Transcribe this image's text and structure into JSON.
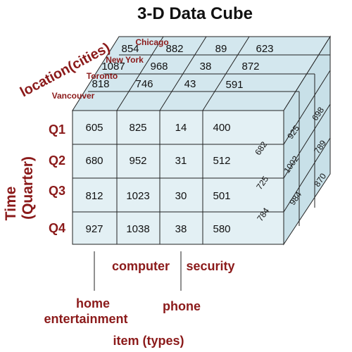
{
  "title": "3-D Data Cube",
  "axes": {
    "location_label": "location(cities)",
    "time_label_1": "Time",
    "time_label_2": "(Quarter)",
    "item_label": "item (types)"
  },
  "cities": [
    "Vancouver",
    "Toronto",
    "New York",
    "Chicago"
  ],
  "quarters": [
    "Q1",
    "Q2",
    "Q3",
    "Q4"
  ],
  "items": [
    "home entertainment",
    "computer",
    "phone",
    "security"
  ],
  "item_label_lines": {
    "home_1": "home",
    "home_2": "entertainment",
    "computer": "computer",
    "phone": "phone",
    "security": "security"
  },
  "front_values": [
    [
      "605",
      "825",
      "14",
      "400"
    ],
    [
      "680",
      "952",
      "31",
      "512"
    ],
    [
      "812",
      "1023",
      "30",
      "501"
    ],
    [
      "927",
      "1038",
      "38",
      "580"
    ]
  ],
  "top_values": {
    "toronto": [
      "818",
      "746",
      "43",
      "591"
    ],
    "newyork": [
      "1087",
      "968",
      "38",
      "872"
    ],
    "chicago": [
      "854",
      "882",
      "89",
      "623"
    ]
  },
  "right_values": {
    "toronto": [
      "682",
      "725",
      "784"
    ],
    "newyork": [
      "925",
      "1002",
      "984"
    ],
    "chicago": [
      "698",
      "789",
      "870"
    ]
  },
  "colors": {
    "label_red": "#8b1a1a",
    "cube_face": "#e3f0f4"
  }
}
